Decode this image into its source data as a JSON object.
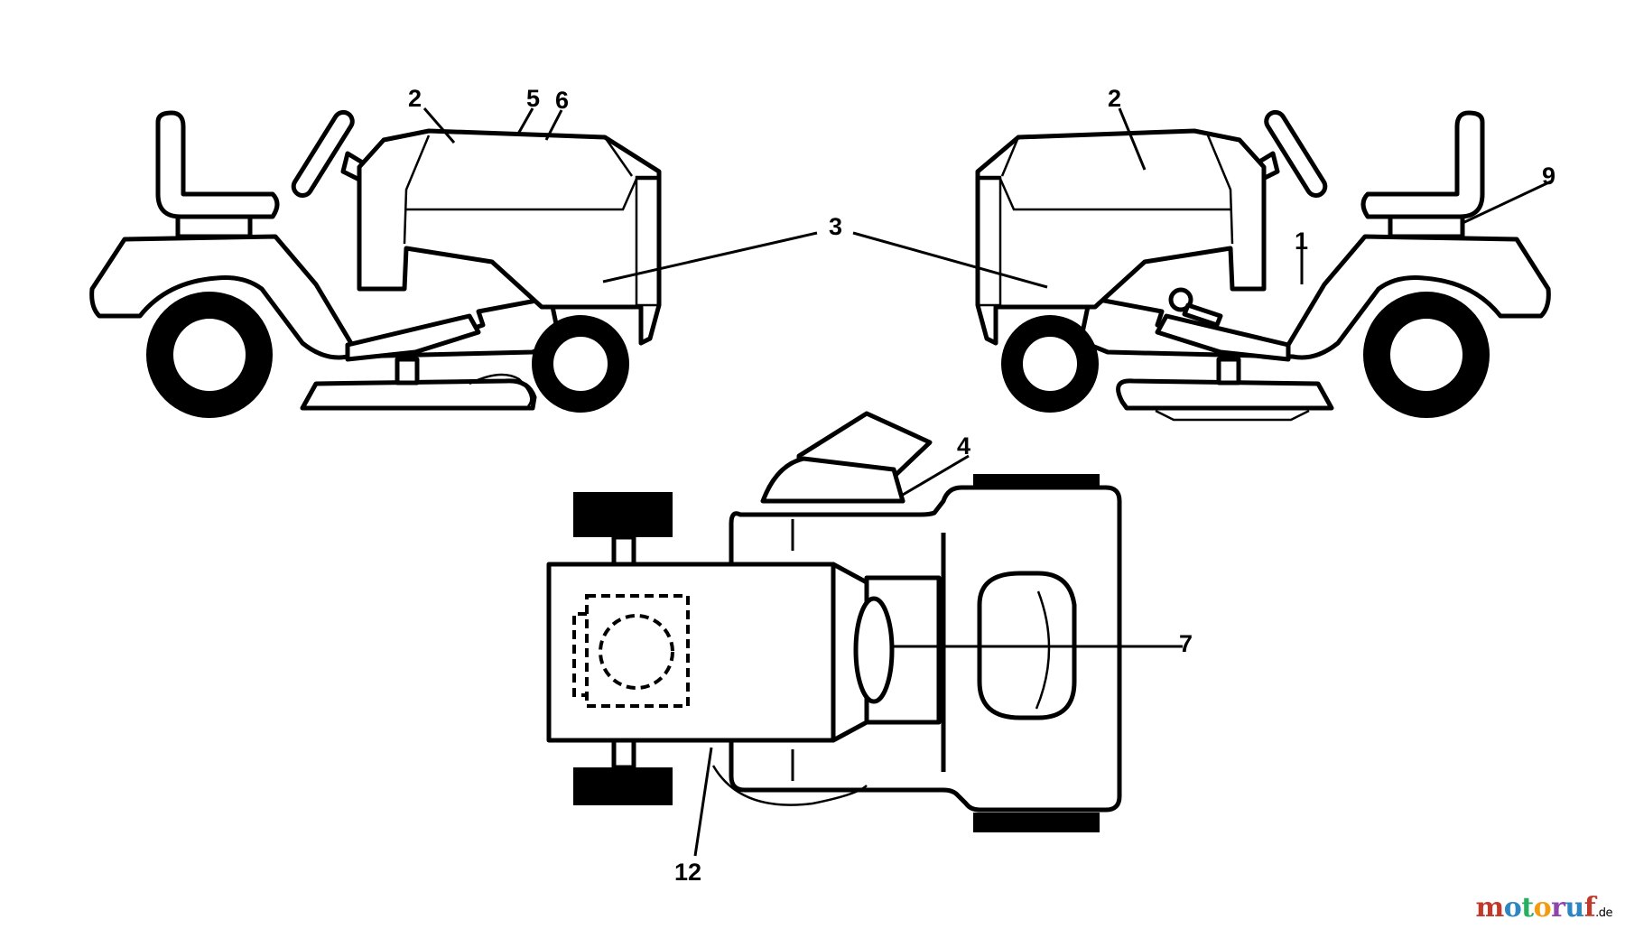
{
  "callouts": {
    "c1": "1",
    "c2_left": "2",
    "c2_right": "2",
    "c3": "3",
    "c4": "4",
    "c5": "5",
    "c6": "6",
    "c7": "7",
    "c9": "9",
    "c12": "12"
  },
  "watermark": {
    "name": "motoruf",
    "tld": ".de",
    "colors": {
      "m": "#c0392b",
      "o1": "#2e86c1",
      "t": "#27ae60",
      "o2": "#f39c12",
      "r": "#8e44ad",
      "u": "#2e86c1",
      "f": "#c0392b"
    }
  }
}
